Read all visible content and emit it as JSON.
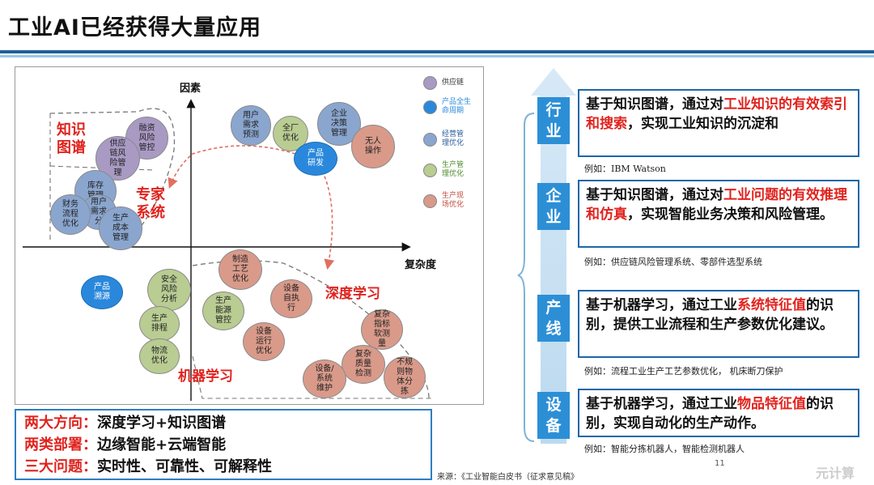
{
  "slide": {
    "title": "工业AI已经获得大量应用",
    "source": "来源：《工业智能白皮书（征求意见稿》",
    "page_number": "11",
    "watermark": "元计算"
  },
  "diagram": {
    "y_axis_label": "因素",
    "x_axis_label": "复杂度",
    "region_labels": {
      "knowledge_graph": "知识\n图谱",
      "expert_system": "专家\n系统",
      "deep_learning": "深度学习",
      "machine_learning": "机器学习"
    },
    "legend": [
      {
        "label": "供应链",
        "color": "#a99ac4"
      },
      {
        "label": "产品全生\n命周期",
        "color": "#2a88dc"
      },
      {
        "label": "经营管\n理优化",
        "color": "#8aa6cf"
      },
      {
        "label": "生产管\n理优化",
        "color": "#b9cc92"
      },
      {
        "label": "生产现\n场优化",
        "color": "#d99a8a"
      }
    ],
    "nodes": {
      "rongzi": "融资\n风险\n管控",
      "gongyinglian": "供应\n链风\n险管\n理",
      "kucun": "库存\n管理",
      "yonghu_xuqiu_fenxi": "用户\n需求\n分",
      "caiwu": "财务\n流程\n优化",
      "shengchan_chengben": "生产\n成本\n管理",
      "yonghu_xuqiu_yuce": "用户\n需求\n预测",
      "quanchang": "全厂\n优化",
      "qiye_juece": "企业\n决策\n管理",
      "wuren": "无人\n操作",
      "chanpin_yanfa": "产品\n研发",
      "chanpin_yuanyuan": "产品\n溯源",
      "anquan": "安全\n风险\n分析",
      "shengchan_paicheng": "生产\n排程",
      "wuliu": "物流\n优化",
      "zhizao_gongyi": "制造\n工艺\n优化",
      "shengchan_nengyuan": "生产\n能源\n管控",
      "shebei_zizhixing": "设备\n自执\n行",
      "shebei_yunxing": "设备\n运行\n优化",
      "fuza_zhibiao": "复杂\n指标\n软测\n量",
      "fuza_zhiliang": "复杂\n质量\n检测",
      "shebei_xitong": "设备/\n系统\n维护",
      "buguize": "不规\n则物\n体分\n拣"
    }
  },
  "summary": [
    {
      "label": "两大方向：",
      "value": "深度学习+知识图谱"
    },
    {
      "label": "两类部署：",
      "value": "边缘智能+云端智能"
    },
    {
      "label": "三大问题：",
      "value": "实时性、可靠性、可解释性"
    }
  ],
  "levels": [
    {
      "name": "行\n业",
      "desc_pre": "基于知识图谱，通过对",
      "desc_hl": "工业知识的有效索引和搜索",
      "desc_post": "，实现工业知识的沉淀和",
      "example": "例如：IBM Watson"
    },
    {
      "name": "企\n业",
      "desc_pre": "基于知识图谱，通过对",
      "desc_hl": "工业问题的有效推理和仿真",
      "desc_post": "，实现智能业务决策和风险管理。",
      "example": "例如：供应链风险管理系统、零部件选型系统"
    },
    {
      "name": "产\n线",
      "desc_pre": "基于机器学习，通过工业",
      "desc_hl": "系统特征值",
      "desc_post": "的识别，提供工业流程和生产参数优化建议。",
      "example": "例如：流程工业生产工艺参数优化， 机床断刀保护"
    },
    {
      "name": "设\n备",
      "desc_pre": "基于机器学习，通过工业",
      "desc_hl": "物品特征值",
      "desc_post": "的识别，实现自动化的生产动作。",
      "example": "例如：智能分拣机器人，智能检测机器人"
    }
  ]
}
